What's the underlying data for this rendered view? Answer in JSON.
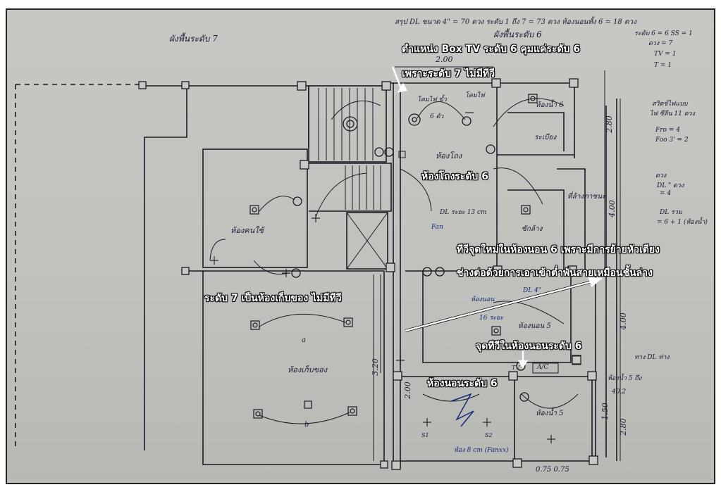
{
  "title_left": "ผังพื้นระดับ 7",
  "title_right": "ผังพื้นระดับ 6",
  "header_note": "สรุป DL ขนาด 4\" = 70 ดวง ระดับ 1 ถึง 7 = 73 ดวง ห้องนอนทั้ง 6 = 18 ดวง",
  "annotations": {
    "box_tv_line1": "ตำแหน่ง Box TV ระดับ 6 คุมแค่ระดับ 6",
    "box_tv_line2": "เพราะระดับ 7 ไม่มีทีวี",
    "living_room": "ห้องโถงระดับ 6",
    "new_tv_line1": "ทีวีจุดใหม่ในห้องนอน 6 เพราะมีการย้ายหัวเตียง",
    "new_tv_line2": "ช่างต่อด้วยการเอาเข้าต่ำพันสายเหมือนชั้นล่าง",
    "storage": "ระดับ 7 เป็นห้องเก็บของ ไม่มีทีวี",
    "tv_point": "จุดทีวีในห้องนอนระดับ 6",
    "bedroom": "ห้องนอนระดับ 6"
  },
  "room_labels": {
    "maid": "ห้องคนใช้",
    "storeroom": "ห้องเก็บของ",
    "hall": "ห้องโถง",
    "bath6": "ห้องน้ำ 6",
    "bath5": "ห้องน้ำ 5",
    "bedroom5": "ห้องนอน 5",
    "laundry": "ซักล้าง",
    "balcony": "ระเบียง",
    "sink": "ที่ล้างภาชนะ"
  },
  "dimensions": {
    "d_200_top": "2.00",
    "d_280_right": "2.80",
    "d_400_right": "4.00",
    "d_400_right2": "4.00",
    "d_150_right": "1.50",
    "d_280_right2": "2.80",
    "d_320_left": "3.20",
    "d_200_left": "2.00",
    "d_075": "0.75 0.75"
  },
  "side_notes": {
    "n1": "ระดับ 6 = 6 SS = 1",
    "n2": "ดวง = 7",
    "n3": "TV = 1",
    "n4": "T = 1",
    "n5": "สวิตช์ไฟแบบ",
    "n6": "ไฟ ซีลีน 11 ดวง",
    "n7": "Fro = 4",
    "n8": "Foo 3' = 2",
    "n9": "ดวง",
    "n10": "DL \" ดวง",
    "n11": "= 4",
    "n12": "DL รวม",
    "n13": "= 6 + 1 (ห้องน้ำ)",
    "n14": "ทาง DL ห่าง ",
    "n15": "ห้องน้ำ 5 ถึง",
    "n16": "40.2"
  },
  "fixture_notes": {
    "f1": "โคมไฟ ขั้ว",
    "f2": "โคมไฟ",
    "f3": "6 ตัว",
    "f4": "DL ระยะ 13 cm",
    "f5": "Fan",
    "f6": "DL 4\"",
    "f7": "ห้องนอน",
    "f8": "16 ระยะ",
    "f9": "ห้อง 8 cm (Fanxx)",
    "f10": "S1",
    "f11": "S2",
    "f12": "A/C",
    "f13": "a",
    "f14": "b",
    "f15": "TV"
  },
  "colors": {
    "paper": "#c2c3bf",
    "ink": "#1b1b22",
    "blue_ink": "#1a2a7a",
    "label": "#ffffff"
  }
}
